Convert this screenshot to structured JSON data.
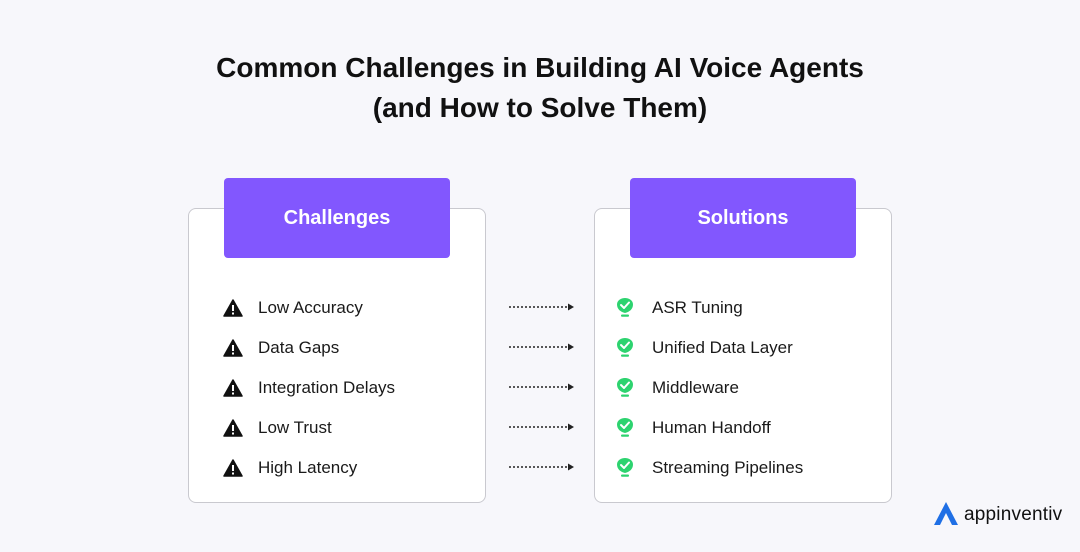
{
  "title": {
    "line1": "Common Challenges in Building AI Voice Agents",
    "line2": "(and How to Solve Them)"
  },
  "challenges": {
    "heading": "Challenges",
    "icon": "warning-triangle-icon",
    "items": [
      "Low Accuracy",
      "Data Gaps",
      "Integration Delays",
      "Low Trust",
      "High Latency"
    ]
  },
  "solutions": {
    "heading": "Solutions",
    "icon": "check-shield-icon",
    "items": [
      "ASR Tuning",
      "Unified Data Layer",
      "Middleware",
      "Human Handoff",
      "Streaming Pipelines"
    ]
  },
  "brand": {
    "name": "appinventiv"
  },
  "colors": {
    "accent": "#8257fe",
    "success": "#2dd36f",
    "logo": "#1f6fe5",
    "background": "#f7f7fb"
  }
}
